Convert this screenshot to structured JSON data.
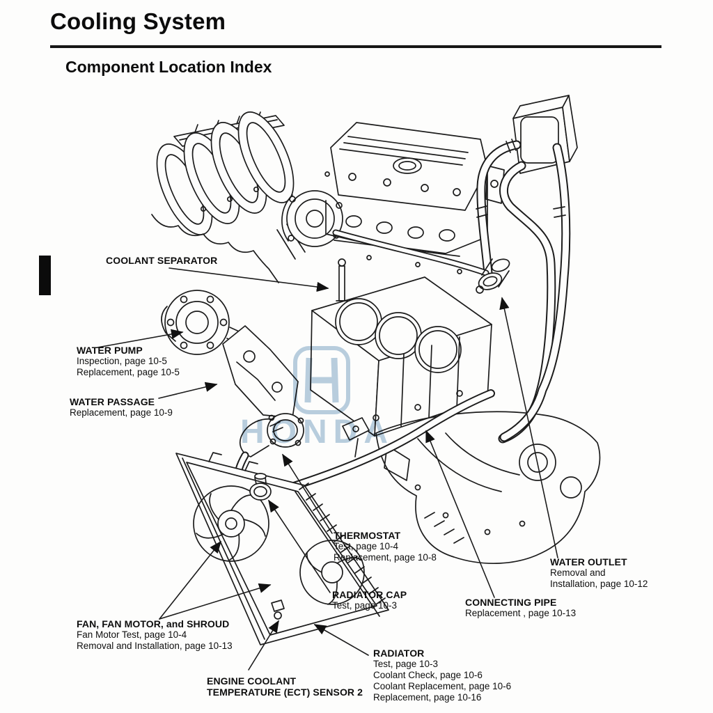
{
  "header": {
    "title": "Cooling System",
    "section": "Component Location Index"
  },
  "watermark": {
    "logo_letter": "H",
    "text": "HONDA"
  },
  "colors": {
    "ink": "#1c1c1c",
    "paper": "#fdfdfc",
    "watermark_blue": "#aec7db"
  },
  "callouts": [
    {
      "id": "coolant-separator",
      "title": "COOLANT SEPARATOR",
      "lines": []
    },
    {
      "id": "water-pump",
      "title": "WATER PUMP",
      "lines": [
        "Inspection, page 10-5",
        "Replacement, page 10-5"
      ]
    },
    {
      "id": "water-passage",
      "title": "WATER PASSAGE",
      "lines": [
        "Replacement, page 10-9"
      ]
    },
    {
      "id": "thermostat",
      "title": "THERMOSTAT",
      "lines": [
        "Test, page 10-4",
        "Replacement, page 10-8"
      ]
    },
    {
      "id": "radiator-cap",
      "title": "RADIATOR CAP",
      "lines": [
        "Test, page 10-3"
      ]
    },
    {
      "id": "fan",
      "title": "FAN, FAN MOTOR, and SHROUD",
      "lines": [
        "Fan Motor Test, page 10-4",
        "Removal and Installation, page 10-13"
      ]
    },
    {
      "id": "ect-sensor",
      "title": "ENGINE COOLANT",
      "title2": "TEMPERATURE (ECT) SENSOR 2",
      "lines": []
    },
    {
      "id": "radiator",
      "title": "RADIATOR",
      "lines": [
        "Test, page 10-3",
        "Coolant Check, page 10-6",
        "Coolant Replacement, page 10-6",
        "Replacement, page 10-16"
      ]
    },
    {
      "id": "connecting-pipe",
      "title": "CONNECTING PIPE",
      "lines": [
        "Replacement , page 10-13"
      ]
    },
    {
      "id": "water-outlet",
      "title": "WATER OUTLET",
      "lines": [
        "Removal and",
        "Installation, page 10-12"
      ]
    }
  ]
}
